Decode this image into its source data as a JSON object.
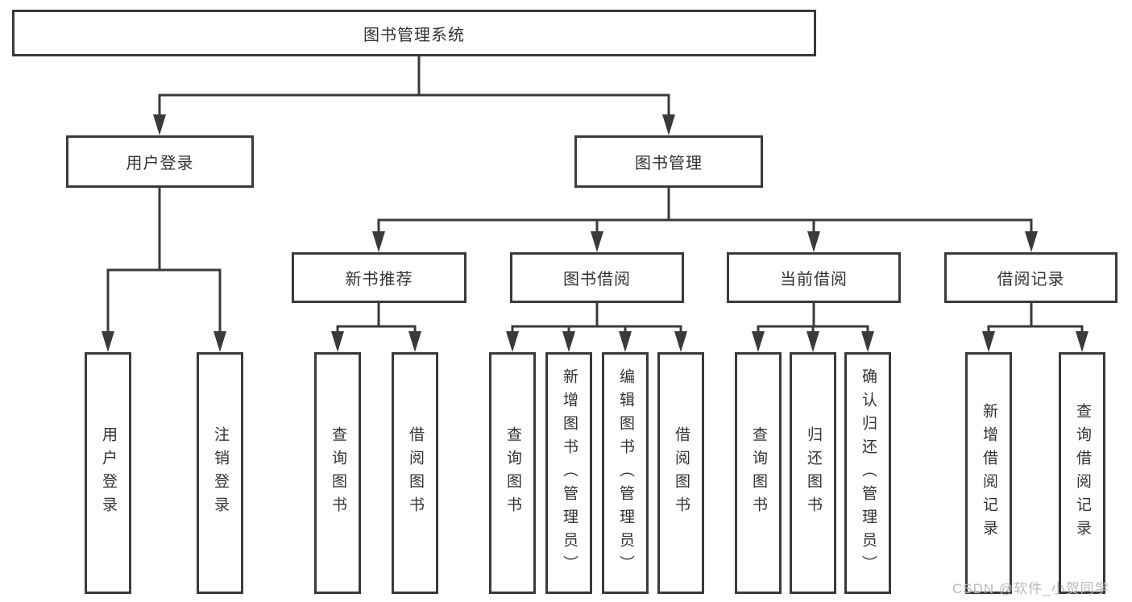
{
  "tree": {
    "root": {
      "label": "图书管理系统"
    },
    "branches": [
      {
        "label": "用户登录",
        "leaves": [
          {
            "label": "用户登录"
          },
          {
            "label": "注销登录"
          }
        ]
      },
      {
        "label": "图书管理",
        "groups": [
          {
            "label": "新书推荐",
            "leaves": [
              {
                "label": "查询图书"
              },
              {
                "label": "借阅图书"
              }
            ]
          },
          {
            "label": "图书借阅",
            "leaves": [
              {
                "label": "查询图书"
              },
              {
                "label": "新增图书（管理员）"
              },
              {
                "label": "编辑图书（管理员）"
              },
              {
                "label": "借阅图书"
              }
            ]
          },
          {
            "label": "当前借阅",
            "leaves": [
              {
                "label": "查询图书"
              },
              {
                "label": "归还图书"
              },
              {
                "label": "确认归还（管理员）"
              }
            ]
          },
          {
            "label": "借阅记录",
            "leaves": [
              {
                "label": "新增借阅记录"
              },
              {
                "label": "查询借阅记录"
              }
            ]
          }
        ]
      }
    ]
  },
  "watermark": {
    "text": "CSDN @软件_小贺同学"
  },
  "colors": {
    "line": "#3a3a3a",
    "text": "#333333",
    "background": "#ffffff",
    "watermark": "#b9b9b9"
  }
}
